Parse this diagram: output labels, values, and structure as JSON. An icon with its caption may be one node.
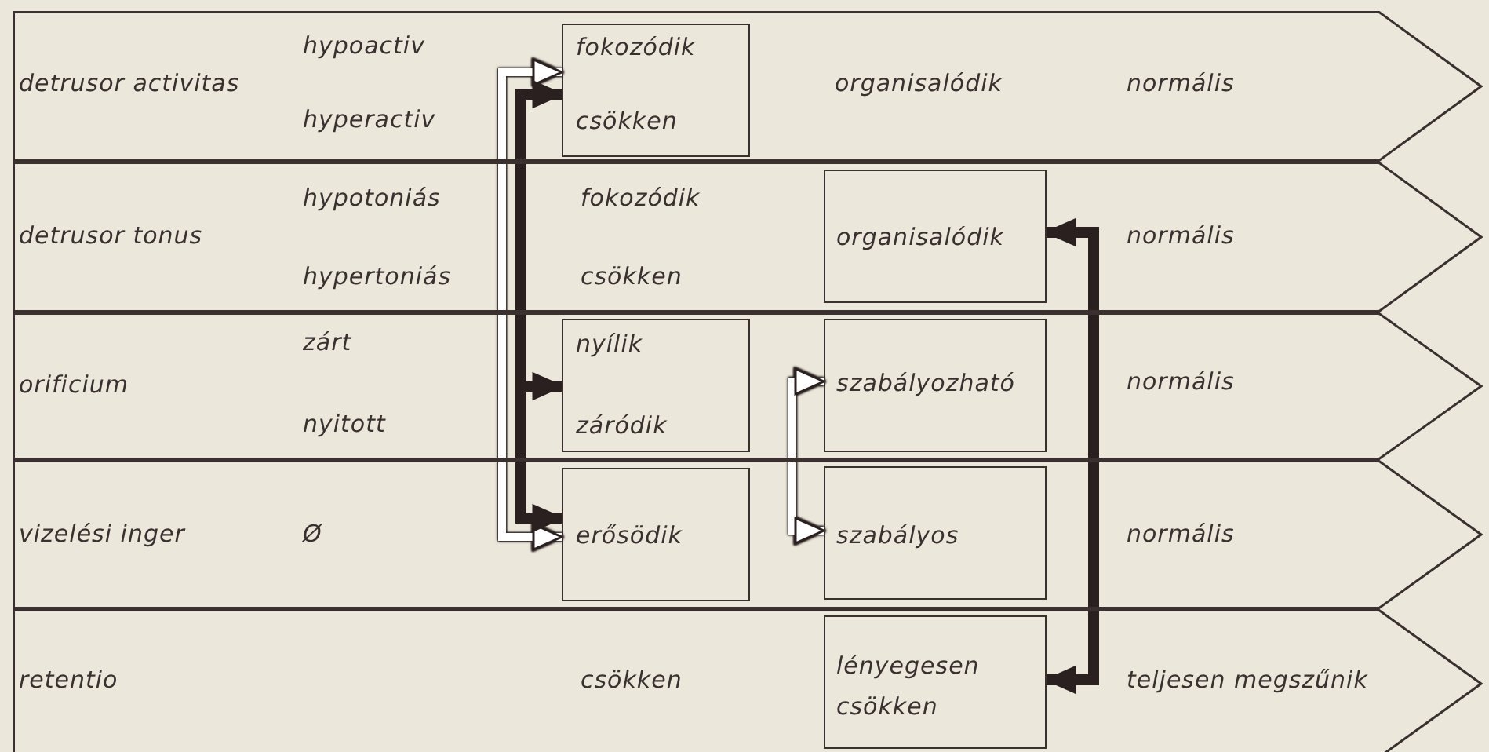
{
  "diagram": {
    "nodes": [
      {
        "text": [
          "detrusor activitas",
          "hypoactiv",
          "hyperactiv",
          "organisalódik",
          "normális"
        ]
      },
      {
        "text": [
          "fokozódik",
          "csökken"
        ],
        "in": 0
      },
      {
        "text": [
          "detrusor tonus",
          "hypotoniás",
          "hypertoniás",
          "fokozódik",
          "csökken",
          "normális"
        ]
      },
      {
        "text": [
          "organisalódik"
        ],
        "in": 2
      },
      {
        "text": [
          "orificium",
          "zárt",
          "nyitott",
          "normális"
        ]
      },
      {
        "text": [
          "nyílik",
          "záródik"
        ],
        "in": 4
      },
      {
        "text": [
          "szabályozható"
        ],
        "in": 4
      },
      {
        "text": [
          "vizelési inger",
          "Ø",
          "normális"
        ]
      },
      {
        "text": [
          "erősödik"
        ],
        "in": 7
      },
      {
        "text": [
          "szabályos"
        ],
        "in": 7
      },
      {
        "text": [
          "retentio",
          "csökken",
          "teljesen megszűnik"
        ]
      },
      {
        "text": [
          "lényegesen csökken"
        ],
        "in": 10
      }
    ],
    "edges": [
      {
        "from": 1,
        "to": 8,
        "arrow": "both",
        "color": "#ffffff"
      },
      {
        "from": 1,
        "to": 8,
        "arrow": "both"
      },
      {
        "from": null,
        "to": 5,
        "arrow": "to"
      },
      {
        "from": 6,
        "to": 9,
        "arrow": "both",
        "color": "#ffffff"
      },
      {
        "from": 3,
        "to": 11,
        "arrow": "both"
      }
    ]
  }
}
